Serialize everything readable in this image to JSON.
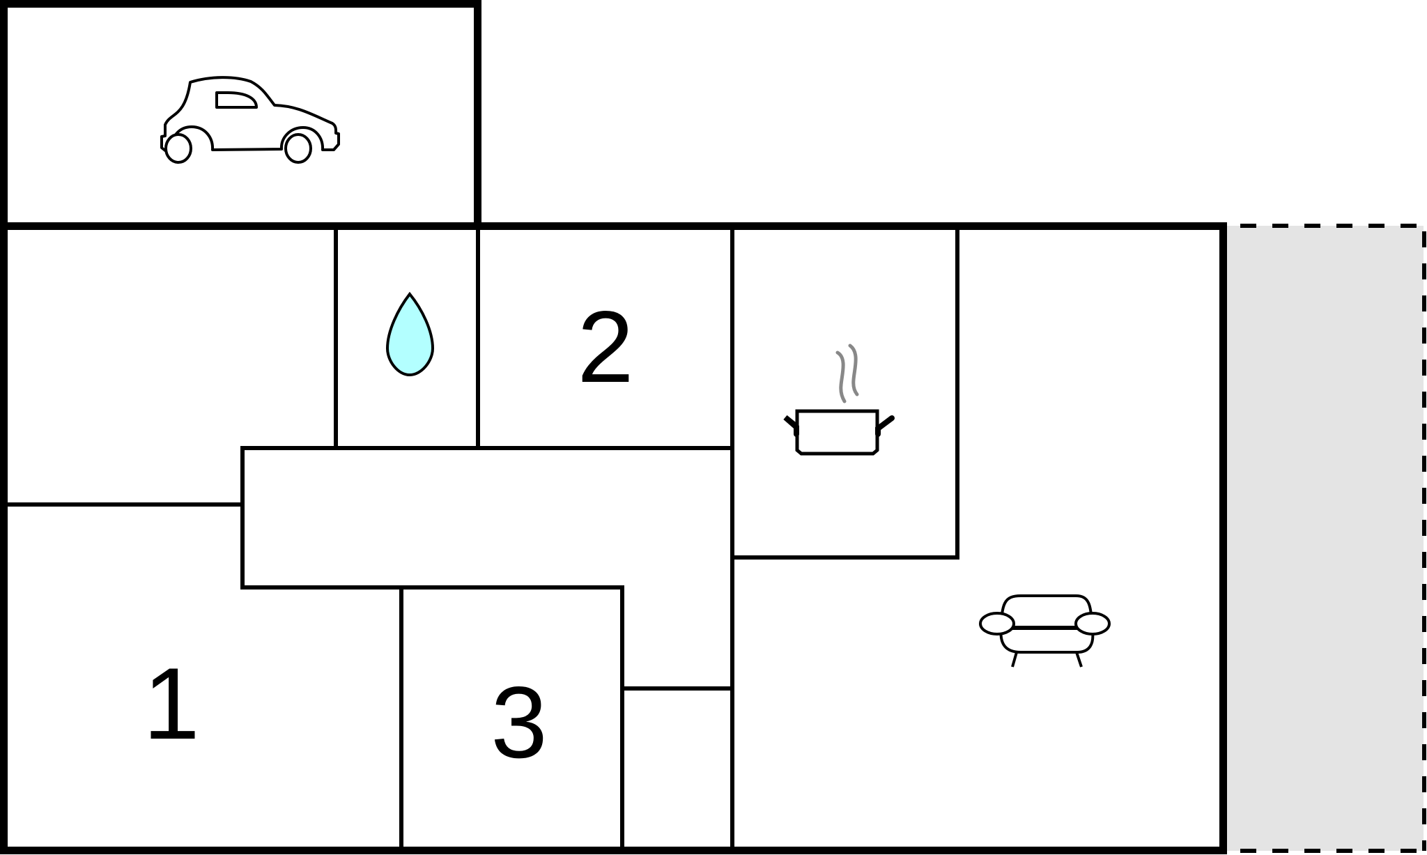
{
  "floorplan": {
    "colors": {
      "wall": "#000000",
      "background": "#ffffff",
      "terrace_fill": "#e4e4e4",
      "water_drop_fill": "#b3ffff",
      "steam": "#888888"
    },
    "rooms": [
      {
        "id": "garage",
        "icon": "car-icon",
        "label": ""
      },
      {
        "id": "bedroom-1",
        "label": "1"
      },
      {
        "id": "bedroom-2",
        "label": "2"
      },
      {
        "id": "bedroom-3",
        "label": "3"
      },
      {
        "id": "bathroom",
        "icon": "water-drop-icon",
        "label": ""
      },
      {
        "id": "kitchen",
        "icon": "cooking-pot-icon",
        "label": ""
      },
      {
        "id": "living-room",
        "icon": "sofa-icon",
        "label": ""
      },
      {
        "id": "hallway",
        "label": ""
      },
      {
        "id": "storage-left",
        "label": ""
      },
      {
        "id": "wc",
        "label": ""
      },
      {
        "id": "terrace",
        "style": "dashed-outline",
        "label": ""
      }
    ],
    "labels": {
      "room1": "1",
      "room2": "2",
      "room3": "3"
    }
  }
}
